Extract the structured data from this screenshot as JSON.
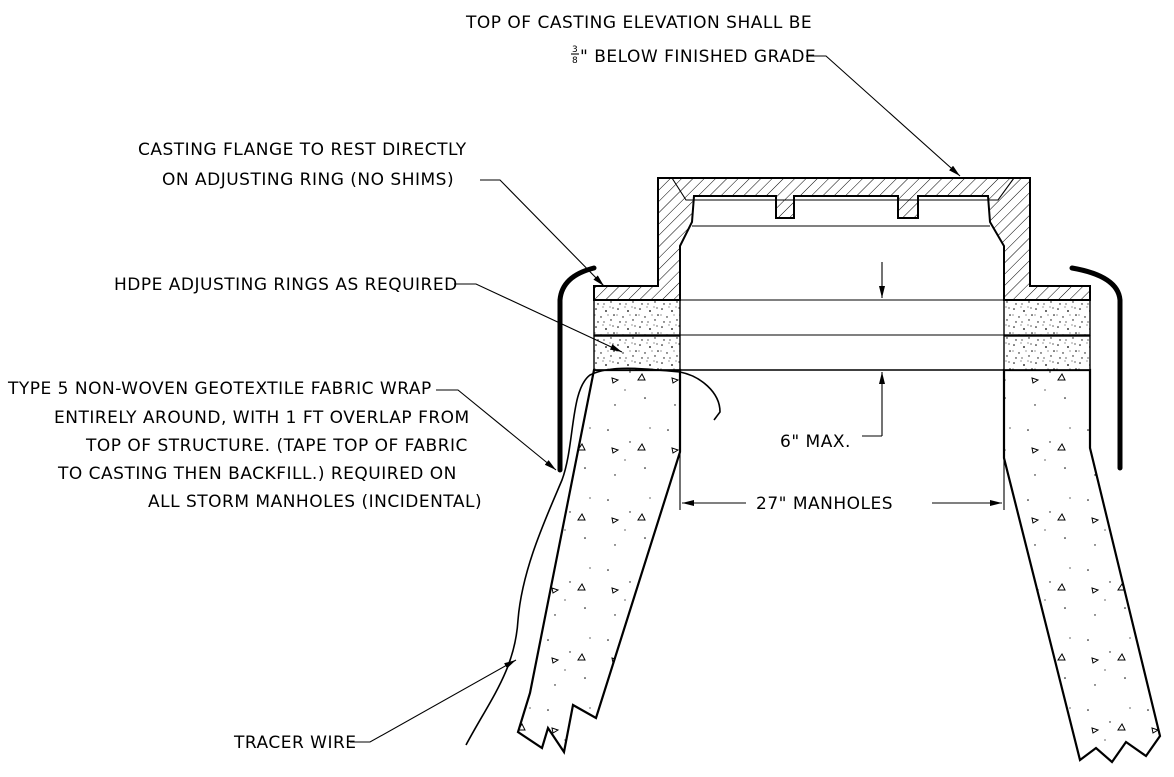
{
  "labels": {
    "casting_elevation_line1": "TOP OF CASTING ELEVATION SHALL BE",
    "casting_elevation_frac_num": "3",
    "casting_elevation_frac_den": "8",
    "casting_elevation_line2": "\" BELOW FINISHED GRADE",
    "casting_flange_line1": "CASTING FLANGE TO REST DIRECTLY",
    "casting_flange_line2": "ON ADJUSTING RING (NO SHIMS)",
    "hdpe_rings": "HDPE ADJUSTING RINGS AS REQUIRED",
    "geotextile_line1": "TYPE 5 NON-WOVEN GEOTEXTILE FABRIC WRAP",
    "geotextile_line2": "ENTIRELY AROUND, WITH 1 FT OVERLAP FROM",
    "geotextile_line3": "TOP OF STRUCTURE. (TAPE TOP OF FABRIC",
    "geotextile_line4": "TO CASTING THEN BACKFILL.)  REQUIRED ON",
    "geotextile_line5": "ALL STORM MANHOLES (INCIDENTAL)",
    "six_max": "6\" MAX.",
    "manholes_27": "27\" MANHOLES",
    "tracer_wire": "TRACER WIRE"
  }
}
